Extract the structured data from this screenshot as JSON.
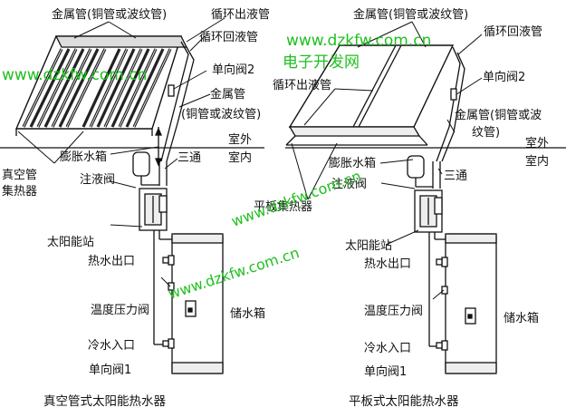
{
  "left": {
    "labels": {
      "metal_pipe_top": "金属管(铜管或波纹管)",
      "circ_out": "循环出液管",
      "circ_return": "循环回液管",
      "check_valve_2": "单向阀2",
      "metal_pipe_2a": "金属管",
      "metal_pipe_2b": "(铜管或波纹管)",
      "outdoor": "室外",
      "indoor": "室内",
      "expansion_tank": "膨胀水箱",
      "tee": "三通",
      "vac_tube_1": "真空管",
      "vac_tube_2": "集热器",
      "fill_valve": "注液阀",
      "solar_station": "太阳能站",
      "hot_out": "热水出口",
      "temp_pressure_valve": "温度压力阀",
      "storage_tank": "储水箱",
      "cold_in": "冷水入口",
      "check_valve_1": "单向阀1"
    },
    "caption": "真空管式太阳能热水器"
  },
  "right": {
    "labels": {
      "metal_pipe_top": "金属管(铜管或波纹管)",
      "circ_return": "循环回液管",
      "circ_out": "循环出液管",
      "check_valve_2": "单向阀2",
      "metal_pipe_2a": "金属管(铜管或波",
      "metal_pipe_2b": "纹管)",
      "outdoor": "室外",
      "indoor": "室内",
      "expansion_tank": "膨胀水箱",
      "tee": "三通",
      "flat_collector": "平板集热器",
      "fill_valve": "注液阀",
      "solar_station": "太阳能站",
      "hot_out": "热水出口",
      "temp_pressure_valve": "温度压力阀",
      "storage_tank": "储水箱",
      "cold_in": "冷水入口",
      "check_valve_1": "单向阀1"
    },
    "caption": "平板式太阳能热水器"
  },
  "watermarks": {
    "w1": "www.dzkfw.com.cn",
    "w2": "www.dzkfw.com.cn",
    "w3": "电子开发网",
    "w4": "www.dzkfw.com.cn",
    "w5": "www.dzkfw.com.cn"
  }
}
